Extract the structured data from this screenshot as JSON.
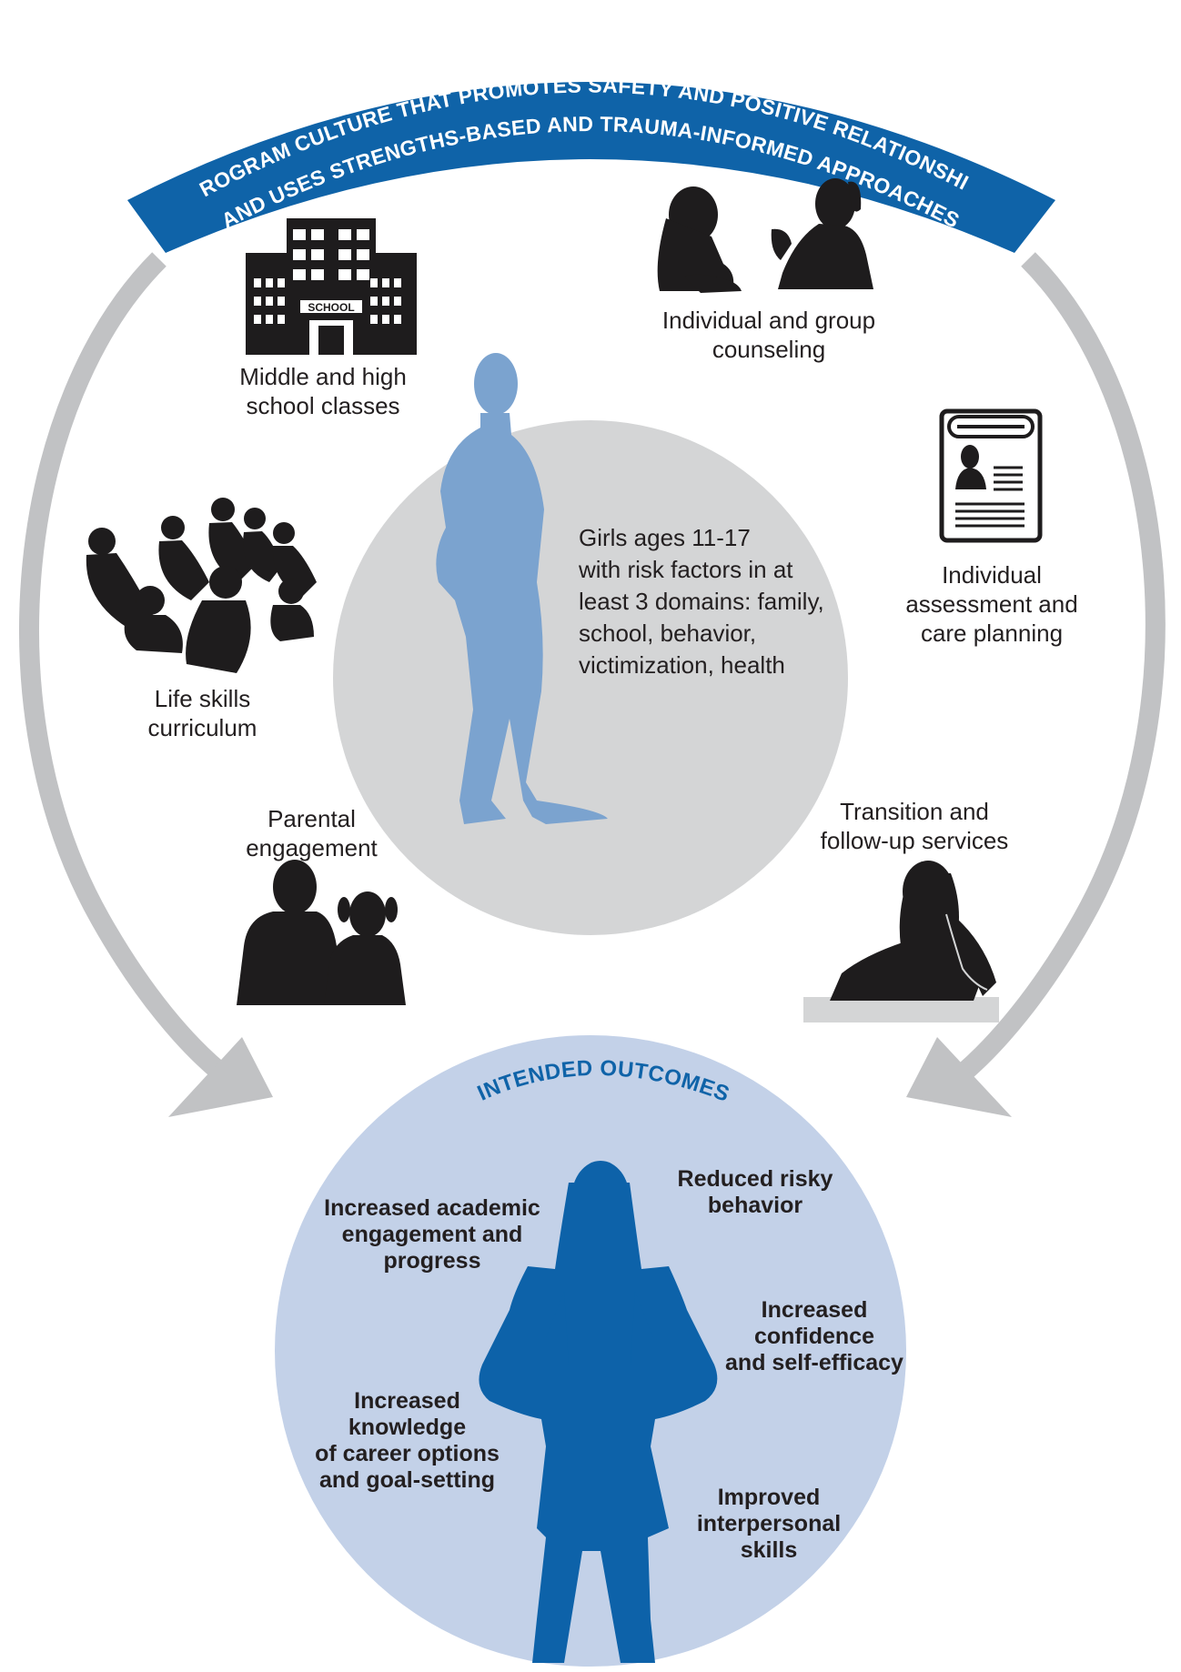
{
  "banner": {
    "line1": "PROGRAM CULTURE THAT PROMOTES SAFETY AND POSITIVE RELATIONSHIPS",
    "line2": "AND USES STRENGTHS-BASED AND TRAUMA-INFORMED APPROACHES"
  },
  "services": {
    "school": [
      "Middle and high",
      "school classes"
    ],
    "school_sign": "SCHOOL",
    "counseling": [
      "Individual and group",
      "counseling"
    ],
    "assessment": [
      "Individual",
      "assessment and",
      "care planning"
    ],
    "life_skills": [
      "Life skills",
      "curriculum"
    ],
    "parental": [
      "Parental",
      "engagement"
    ],
    "transition": [
      "Transition and",
      "follow-up services"
    ]
  },
  "center": {
    "lines": [
      "Girls ages 11-17",
      "with risk factors in at",
      "least 3 domains: family,",
      "school, behavior,",
      "victimization, health"
    ]
  },
  "outcomes": {
    "title": "INTENDED OUTCOMES",
    "academic": [
      "Increased academic",
      "engagement and",
      "progress"
    ],
    "risky": [
      "Reduced risky",
      "behavior"
    ],
    "confidence": [
      "Increased",
      "confidence",
      "and self-efficacy"
    ],
    "career": [
      "Increased",
      "knowledge",
      "of career options",
      "and goal-setting"
    ],
    "interpersonal": [
      "Improved",
      "interpersonal",
      "skills"
    ]
  },
  "colors": {
    "banner": "#0f63a8",
    "arrow": "#c1c2c4",
    "center_circle": "#d4d5d6",
    "girl_light": "#7ba3cf",
    "outcome_circle": "#c3d1e8",
    "girl_dark": "#0d62a9",
    "silhouette": "#1e1c1d"
  }
}
